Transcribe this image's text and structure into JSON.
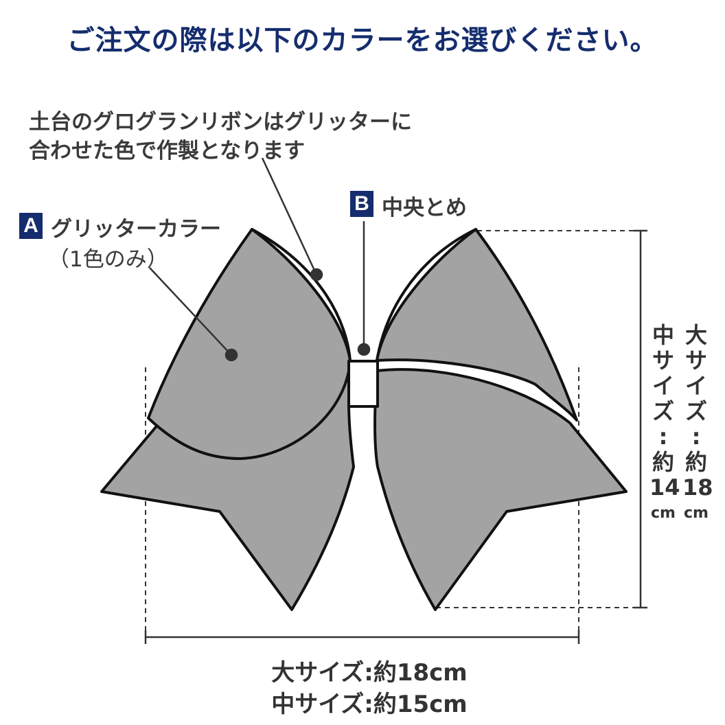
{
  "header": {
    "title": "ご注文の際は以下のカラーをお選びください。"
  },
  "annotations": {
    "base_ribbon_note": {
      "line1": "土台のグログランリボンはグリッターに",
      "line2": "合わせた色で作製となります"
    },
    "part_a": {
      "badge": "A",
      "label": "グリッターカラー",
      "sublabel": "（1色のみ）"
    },
    "part_b": {
      "badge": "B",
      "label": "中央とめ"
    }
  },
  "dimensions": {
    "height": {
      "large": {
        "chars": [
          "大",
          "サ",
          "イ",
          "ズ",
          ":",
          "約",
          "18",
          "cm"
        ]
      },
      "medium": {
        "chars": [
          "中",
          "サ",
          "イ",
          "ズ",
          ":",
          "約",
          "14",
          "cm"
        ]
      }
    },
    "width": {
      "large": "大サイズ:約18cm",
      "medium": "中サイズ:約15cm"
    }
  },
  "colors": {
    "accent_navy": "#152d6e",
    "bow_fill": "#a3a3a3",
    "outline": "#111111",
    "text": "#333333"
  }
}
